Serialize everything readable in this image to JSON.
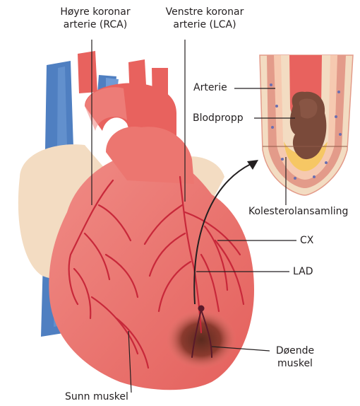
{
  "labels": {
    "rca_line1": "Høyre koronar",
    "rca_line2": "arterie (RCA)",
    "lca_line1": "Venstre koronar",
    "lca_line2": "arterie (LCA)",
    "arterie": "Arterie",
    "blodpropp": "Blodpropp",
    "kolesterol": "Kolesterolansamling",
    "cx": "CX",
    "lad": "LAD",
    "doende_line1": "Døende",
    "doende_line2": "muskel",
    "sunn": "Sunn muskel"
  },
  "colors": {
    "heart_red": "#e8726e",
    "heart_light": "#f4a6a1",
    "vessel_dark": "#c8283a",
    "vein_blue": "#4f7fc1",
    "fat": "#f3dcc2",
    "clot": "#7a4a3a",
    "cholesterol": "#f6c764",
    "leader": "#231f20"
  }
}
